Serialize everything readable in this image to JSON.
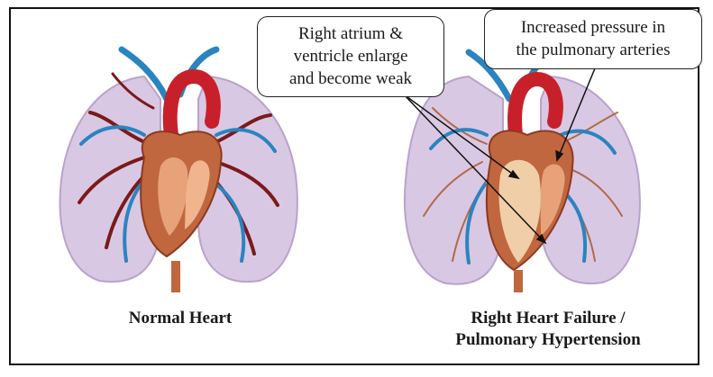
{
  "captions": {
    "normal": "Normal Heart",
    "failure_line1": "Right Heart Failure /",
    "failure_line2": "Pulmonary Hypertension"
  },
  "callouts": {
    "atrium": [
      "Right atrium &",
      "ventricle enlarge",
      "and become weak"
    ],
    "pressure": [
      "Increased pressure in",
      "the pulmonary arteries"
    ]
  },
  "colors": {
    "lung": "#d9c8e3",
    "lung_outline": "#b9a2cc",
    "vein_blue": "#2a84c0",
    "artery_red": "#c8202a",
    "dark_red": "#7a1a1a",
    "heart": "#c0673f",
    "heart_inner": "#e8a27a",
    "failure_vessel": "#b06a4a"
  }
}
